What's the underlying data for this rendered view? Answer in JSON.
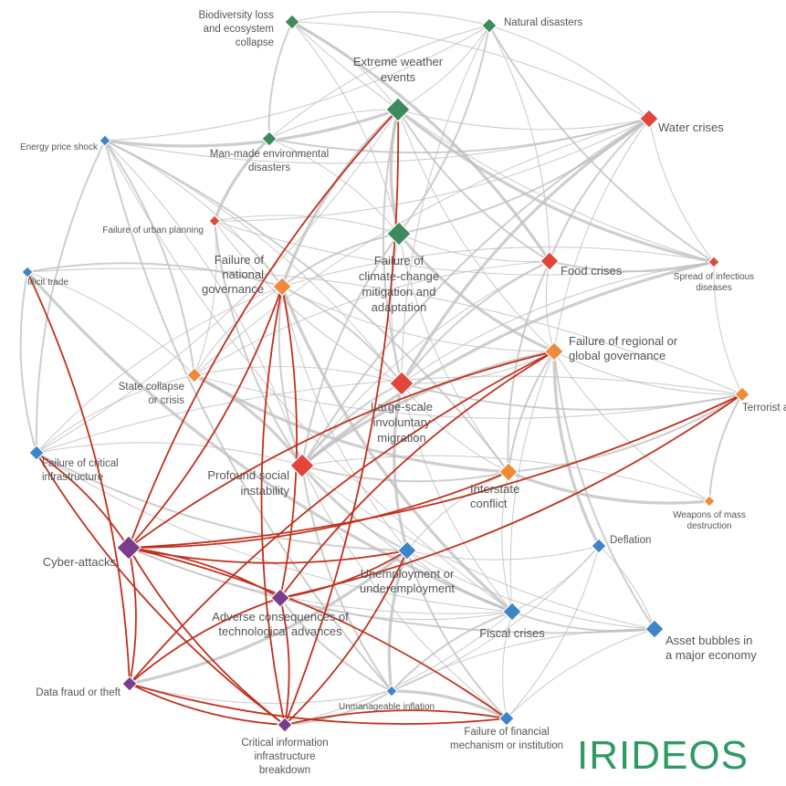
{
  "logo": {
    "text": "IRIDEOS",
    "color": "#2f9a62"
  },
  "colors": {
    "environmental": "#3d8a5c",
    "societal": "#e0473a",
    "geopolitical": "#ef8a3b",
    "economic": "#3a86c8",
    "technological": "#7a3d8c",
    "link_gray": "#bdbdbd",
    "link_red": "#c0311f",
    "label": "#555555"
  },
  "nodes": [
    {
      "id": "biodiversity",
      "label": "Biodiversity loss\nand ecosystem\ncollapse",
      "category": "environmental",
      "size": "small",
      "anchor": "end"
    },
    {
      "id": "natural_disasters",
      "label": "Natural disasters",
      "category": "environmental",
      "size": "small",
      "anchor": "start"
    },
    {
      "id": "extreme_weather",
      "label": "Extreme weather\nevents",
      "category": "environmental",
      "size": "large",
      "anchor": "middle"
    },
    {
      "id": "water_crises",
      "label": "Water crises",
      "category": "societal",
      "size": "medium",
      "anchor": "start"
    },
    {
      "id": "energy_price",
      "label": "Energy price shock",
      "category": "economic",
      "size": "tiny",
      "anchor": "end"
    },
    {
      "id": "man_made",
      "label": "Man-made environmental\ndisasters",
      "category": "environmental",
      "size": "small",
      "anchor": "middle"
    },
    {
      "id": "urban_planning",
      "label": "Failure of urban planning",
      "category": "societal",
      "size": "tiny",
      "anchor": "end"
    },
    {
      "id": "climate_failure",
      "label": "Failure of\nclimate-change\nmitigation and\nadaptation",
      "category": "environmental",
      "size": "large",
      "anchor": "middle"
    },
    {
      "id": "food_crises",
      "label": "Food crises",
      "category": "societal",
      "size": "medium",
      "anchor": "start"
    },
    {
      "id": "infectious",
      "label": "Spread of infectious\ndiseases",
      "category": "societal",
      "size": "tiny",
      "anchor": "middle"
    },
    {
      "id": "illicit_trade",
      "label": "Illicit trade",
      "category": "economic",
      "size": "tiny",
      "anchor": "start"
    },
    {
      "id": "national_gov",
      "label": "Failure of\nnational\ngovernance",
      "category": "geopolitical",
      "size": "medium",
      "anchor": "end"
    },
    {
      "id": "regional_gov",
      "label": "Failure of regional or\nglobal governance",
      "category": "geopolitical",
      "size": "medium",
      "anchor": "start"
    },
    {
      "id": "state_collapse",
      "label": "State collapse\nor crisis",
      "category": "geopolitical",
      "size": "small",
      "anchor": "end"
    },
    {
      "id": "migration",
      "label": "Large-scale\ninvoluntary\nmigration",
      "category": "societal",
      "size": "large",
      "anchor": "middle"
    },
    {
      "id": "terrorist",
      "label": "Terrorist attacks",
      "category": "geopolitical",
      "size": "small",
      "anchor": "start"
    },
    {
      "id": "critical_infra",
      "label": "Failure of critical\ninfrastructure",
      "category": "economic",
      "size": "small",
      "anchor": "start"
    },
    {
      "id": "social_instability",
      "label": "Profound social\ninstability",
      "category": "societal",
      "size": "large",
      "anchor": "end"
    },
    {
      "id": "interstate",
      "label": "Interstate\nconflict",
      "category": "geopolitical",
      "size": "medium",
      "anchor": "start"
    },
    {
      "id": "wmd",
      "label": "Weapons of mass\ndestruction",
      "category": "geopolitical",
      "size": "tiny",
      "anchor": "middle"
    },
    {
      "id": "cyber",
      "label": "Cyber-attacks",
      "category": "technological",
      "size": "large",
      "anchor": "end"
    },
    {
      "id": "deflation",
      "label": "Deflation",
      "category": "economic",
      "size": "small",
      "anchor": "start"
    },
    {
      "id": "unemployment",
      "label": "Unemployment or\nunderemployment",
      "category": "economic",
      "size": "medium",
      "anchor": "middle"
    },
    {
      "id": "tech_adverse",
      "label": "Adverse consequences of\ntechnological advances",
      "category": "technological",
      "size": "medium",
      "anchor": "middle"
    },
    {
      "id": "fiscal",
      "label": "Fiscal crises",
      "category": "economic",
      "size": "medium",
      "anchor": "middle"
    },
    {
      "id": "asset_bubbles",
      "label": "Asset bubbles in\na major economy",
      "category": "economic",
      "size": "medium",
      "anchor": "start"
    },
    {
      "id": "data_fraud",
      "label": "Data fraud or theft",
      "category": "technological",
      "size": "small",
      "anchor": "end"
    },
    {
      "id": "inflation",
      "label": "Unmanageable inflation",
      "category": "economic",
      "size": "tiny",
      "anchor": "start"
    },
    {
      "id": "critical_info",
      "label": "Critical information\ninfrastructure\nbreakdown",
      "category": "technological",
      "size": "small",
      "anchor": "middle"
    },
    {
      "id": "financial_mech",
      "label": "Failure of financial\nmechanism or institution",
      "category": "economic",
      "size": "small",
      "anchor": "middle"
    }
  ],
  "red_links": [
    [
      "cyber",
      "extreme_weather"
    ],
    [
      "cyber",
      "national_gov"
    ],
    [
      "cyber",
      "regional_gov"
    ],
    [
      "cyber",
      "terrorist"
    ],
    [
      "cyber",
      "tech_adverse"
    ],
    [
      "cyber",
      "critical_info"
    ],
    [
      "cyber",
      "data_fraud"
    ],
    [
      "cyber",
      "unemployment"
    ],
    [
      "cyber",
      "financial_mech"
    ],
    [
      "cyber",
      "interstate"
    ],
    [
      "illicit_trade",
      "data_fraud"
    ],
    [
      "critical_infra",
      "critical_info"
    ],
    [
      "critical_infra",
      "cyber"
    ],
    [
      "tech_adverse",
      "national_gov"
    ],
    [
      "tech_adverse",
      "regional_gov"
    ],
    [
      "tech_adverse",
      "unemployment"
    ],
    [
      "tech_adverse",
      "critical_info"
    ],
    [
      "tech_adverse",
      "data_fraud"
    ],
    [
      "critical_info",
      "data_fraud"
    ],
    [
      "critical_info",
      "extreme_weather"
    ],
    [
      "critical_info",
      "financial_mech"
    ],
    [
      "critical_info",
      "unemployment"
    ],
    [
      "data_fraud",
      "regional_gov"
    ],
    [
      "data_fraud",
      "financial_mech"
    ],
    [
      "critical_info",
      "national_gov"
    ],
    [
      "tech_adverse",
      "terrorist"
    ]
  ],
  "gray_links": [
    [
      "extreme_weather",
      "climate_failure"
    ],
    [
      "extreme_weather",
      "natural_disasters"
    ],
    [
      "extreme_weather",
      "water_crises"
    ],
    [
      "extreme_weather",
      "food_crises"
    ],
    [
      "extreme_weather",
      "biodiversity"
    ],
    [
      "extreme_weather",
      "man_made"
    ],
    [
      "extreme_weather",
      "migration"
    ],
    [
      "extreme_weather",
      "national_gov"
    ],
    [
      "extreme_weather",
      "regional_gov"
    ],
    [
      "climate_failure",
      "water_crises"
    ],
    [
      "climate_failure",
      "food_crises"
    ],
    [
      "climate_failure",
      "biodiversity"
    ],
    [
      "climate_failure",
      "natural_disasters"
    ],
    [
      "climate_failure",
      "migration"
    ],
    [
      "climate_failure",
      "regional_gov"
    ],
    [
      "climate_failure",
      "national_gov"
    ],
    [
      "climate_failure",
      "man_made"
    ],
    [
      "climate_failure",
      "urban_planning"
    ],
    [
      "water_crises",
      "food_crises"
    ],
    [
      "water_crises",
      "biodiversity"
    ],
    [
      "water_crises",
      "natural_disasters"
    ],
    [
      "water_crises",
      "migration"
    ],
    [
      "water_crises",
      "regional_gov"
    ],
    [
      "water_crises",
      "infectious"
    ],
    [
      "food_crises",
      "migration"
    ],
    [
      "food_crises",
      "regional_gov"
    ],
    [
      "food_crises",
      "social_instability"
    ],
    [
      "food_crises",
      "infectious"
    ],
    [
      "food_crises",
      "biodiversity"
    ],
    [
      "food_crises",
      "natural_disasters"
    ],
    [
      "migration",
      "social_instability"
    ],
    [
      "migration",
      "state_collapse"
    ],
    [
      "migration",
      "interstate"
    ],
    [
      "migration",
      "national_gov"
    ],
    [
      "migration",
      "regional_gov"
    ],
    [
      "migration",
      "unemployment"
    ],
    [
      "migration",
      "terrorist"
    ],
    [
      "migration",
      "fiscal"
    ],
    [
      "migration",
      "energy_price"
    ],
    [
      "national_gov",
      "social_instability"
    ],
    [
      "national_gov",
      "state_collapse"
    ],
    [
      "national_gov",
      "unemployment"
    ],
    [
      "national_gov",
      "fiscal"
    ],
    [
      "national_gov",
      "regional_gov"
    ],
    [
      "national_gov",
      "energy_price"
    ],
    [
      "national_gov",
      "illicit_trade"
    ],
    [
      "national_gov",
      "urban_planning"
    ],
    [
      "national_gov",
      "critical_infra"
    ],
    [
      "regional_gov",
      "interstate"
    ],
    [
      "regional_gov",
      "social_instability"
    ],
    [
      "regional_gov",
      "terrorist"
    ],
    [
      "regional_gov",
      "asset_bubbles"
    ],
    [
      "regional_gov",
      "fiscal"
    ],
    [
      "regional_gov",
      "wmd"
    ],
    [
      "social_instability",
      "unemployment"
    ],
    [
      "social_instability",
      "fiscal"
    ],
    [
      "social_instability",
      "state_collapse"
    ],
    [
      "social_instability",
      "interstate"
    ],
    [
      "social_instability",
      "asset_bubbles"
    ],
    [
      "social_instability",
      "critical_infra"
    ],
    [
      "social_instability",
      "inflation"
    ],
    [
      "social_instability",
      "financial_mech"
    ],
    [
      "social_instability",
      "energy_price"
    ],
    [
      "state_collapse",
      "interstate"
    ],
    [
      "state_collapse",
      "terrorist"
    ],
    [
      "state_collapse",
      "illicit_trade"
    ],
    [
      "state_collapse",
      "energy_price"
    ],
    [
      "state_collapse",
      "critical_infra"
    ],
    [
      "state_collapse",
      "urban_planning"
    ],
    [
      "interstate",
      "terrorist"
    ],
    [
      "interstate",
      "wmd"
    ],
    [
      "interstate",
      "fiscal"
    ],
    [
      "interstate",
      "energy_price"
    ],
    [
      "unemployment",
      "fiscal"
    ],
    [
      "unemployment",
      "asset_bubbles"
    ],
    [
      "unemployment",
      "financial_mech"
    ],
    [
      "unemployment",
      "deflation"
    ],
    [
      "unemployment",
      "inflation"
    ],
    [
      "fiscal",
      "asset_bubbles"
    ],
    [
      "fiscal",
      "financial_mech"
    ],
    [
      "fiscal",
      "deflation"
    ],
    [
      "fiscal",
      "inflation"
    ],
    [
      "asset_bubbles",
      "financial_mech"
    ],
    [
      "asset_bubbles",
      "deflation"
    ],
    [
      "financial_mech",
      "inflation"
    ],
    [
      "financial_mech",
      "deflation"
    ],
    [
      "energy_price",
      "fiscal"
    ],
    [
      "energy_price",
      "inflation"
    ],
    [
      "energy_price",
      "water_crises"
    ],
    [
      "energy_price",
      "natural_disasters"
    ],
    [
      "energy_price",
      "critical_infra"
    ],
    [
      "energy_price",
      "extreme_weather"
    ],
    [
      "natural_disasters",
      "biodiversity"
    ],
    [
      "natural_disasters",
      "infectious"
    ],
    [
      "natural_disasters",
      "man_made"
    ],
    [
      "natural_disasters",
      "migration"
    ],
    [
      "biodiversity",
      "man_made"
    ],
    [
      "biodiversity",
      "infectious"
    ],
    [
      "man_made",
      "urban_planning"
    ],
    [
      "man_made",
      "water_crises"
    ],
    [
      "urban_planning",
      "migration"
    ],
    [
      "urban_planning",
      "infectious"
    ],
    [
      "urban_planning",
      "social_instability"
    ],
    [
      "urban_planning",
      "water_crises"
    ],
    [
      "infectious",
      "migration"
    ],
    [
      "infectious",
      "social_instability"
    ],
    [
      "infectious",
      "terrorist"
    ],
    [
      "infectious",
      "national_gov"
    ],
    [
      "terrorist",
      "wmd"
    ],
    [
      "terrorist",
      "illicit_trade"
    ],
    [
      "terrorist",
      "critical_infra"
    ],
    [
      "illicit_trade",
      "critical_infra"
    ],
    [
      "illicit_trade",
      "fiscal"
    ],
    [
      "critical_infra",
      "fiscal"
    ],
    [
      "critical_infra",
      "unemployment"
    ],
    [
      "critical_infra",
      "extreme_weather"
    ],
    [
      "tech_adverse",
      "fiscal"
    ],
    [
      "tech_adverse",
      "inflation"
    ],
    [
      "data_fraud",
      "inflation"
    ],
    [
      "data_fraud",
      "unemployment"
    ],
    [
      "critical_info",
      "inflation"
    ],
    [
      "critical_info",
      "fiscal"
    ],
    [
      "cyber",
      "fiscal"
    ],
    [
      "cyber",
      "asset_bubbles"
    ],
    [
      "inflation",
      "deflation"
    ],
    [
      "asset_bubbles",
      "inflation"
    ],
    [
      "regional_gov",
      "deflation"
    ],
    [
      "interstate",
      "unemployment"
    ],
    [
      "wmd",
      "social_instability"
    ],
    [
      "water_crises",
      "social_instability"
    ],
    [
      "water_crises",
      "state_collapse"
    ],
    [
      "food_crises",
      "state_collapse"
    ],
    [
      "food_crises",
      "interstate"
    ],
    [
      "extreme_weather",
      "infectious"
    ],
    [
      "climate_failure",
      "interstate"
    ],
    [
      "climate_failure",
      "social_instability"
    ]
  ]
}
